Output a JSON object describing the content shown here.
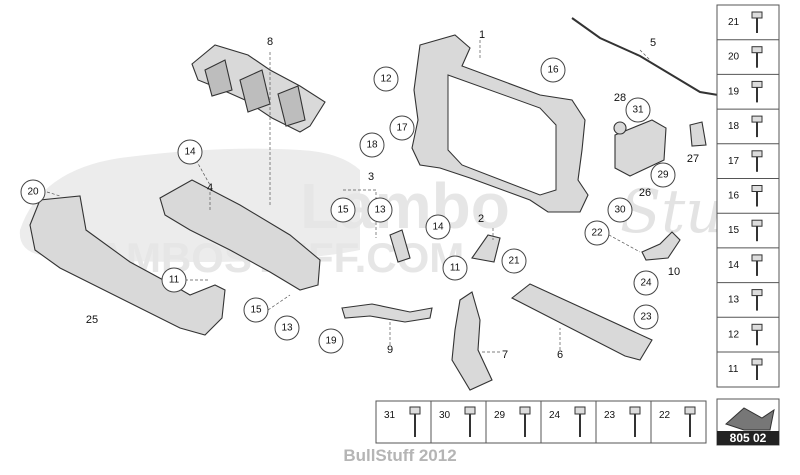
{
  "watermark": {
    "brand": "Lambo",
    "script": "Stuff",
    "site": "LAMBOSTUFF.COM"
  },
  "main_labels": [
    {
      "id": "1",
      "text": "1"
    },
    {
      "id": "2",
      "text": "2"
    },
    {
      "id": "3",
      "text": "3"
    },
    {
      "id": "4",
      "text": "4"
    },
    {
      "id": "5",
      "text": "5"
    },
    {
      "id": "6",
      "text": "6"
    },
    {
      "id": "7",
      "text": "7"
    },
    {
      "id": "8",
      "text": "8"
    },
    {
      "id": "9",
      "text": "9"
    },
    {
      "id": "10",
      "text": "10"
    },
    {
      "id": "25",
      "text": "25"
    },
    {
      "id": "26",
      "text": "26"
    },
    {
      "id": "27",
      "text": "27"
    },
    {
      "id": "28",
      "text": "28"
    }
  ],
  "callouts": [
    "12",
    "16",
    "17",
    "18",
    "14",
    "20",
    "15",
    "13",
    "14",
    "11",
    "21",
    "22",
    "30",
    "29",
    "31",
    "23",
    "24",
    "11",
    "15",
    "13",
    "19"
  ],
  "legend_right": [
    "21",
    "20",
    "19",
    "18",
    "17",
    "16",
    "15",
    "14",
    "13",
    "12",
    "11"
  ],
  "legend_bottom": [
    "31",
    "30",
    "29",
    "24",
    "23",
    "22"
  ],
  "reference": {
    "code": "805 02"
  },
  "footer": {
    "text": "BullStuff 2012"
  }
}
